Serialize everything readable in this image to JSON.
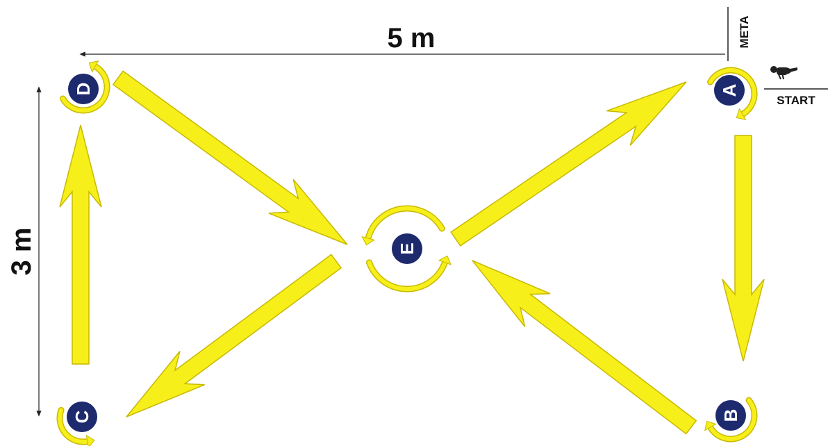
{
  "diagram": {
    "width_label": "5 m",
    "height_label": "3 m",
    "start_label": "START",
    "finish_label": "META",
    "nodes": [
      {
        "id": "A",
        "label": "A"
      },
      {
        "id": "B",
        "label": "B"
      },
      {
        "id": "C",
        "label": "C"
      },
      {
        "id": "D",
        "label": "D"
      },
      {
        "id": "E",
        "label": "E"
      }
    ],
    "route": [
      "A",
      "B",
      "E",
      "C",
      "D",
      "E",
      "A"
    ],
    "colors": {
      "arrow": "#f6ef1a",
      "arrow_outline": "#c9b800",
      "node_fill": "#1e2a6e",
      "node_text": "#ffffff",
      "dimension_line": "#222222"
    },
    "icons": [
      "runner-icon"
    ]
  }
}
